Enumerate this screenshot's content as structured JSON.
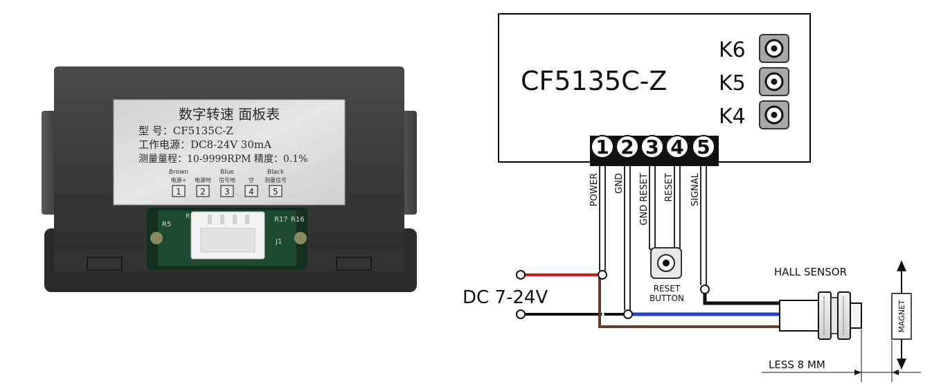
{
  "photo": {
    "label_title": "数字转速 面板表",
    "label_model": "型  号：CF5135C-Z",
    "label_supply": "工作电源：DC8-24V  30mA",
    "label_range": "测量量程：10-9999RPM 精度：0.1%",
    "pins": [
      {
        "num": "1",
        "top": "Brown",
        "cn": "电源+"
      },
      {
        "num": "2",
        "top": "",
        "cn": "电源地"
      },
      {
        "num": "3",
        "top": "Blue",
        "cn": "信号地"
      },
      {
        "num": "4",
        "top": "",
        "cn": "空"
      },
      {
        "num": "5",
        "top": "Black",
        "cn": "测量信号"
      }
    ],
    "pcb_marks": [
      "R5",
      "R16",
      "R17",
      "J1",
      "R"
    ]
  },
  "diagram": {
    "model": "CF5135C-Z",
    "keys": [
      "K6",
      "K5",
      "K4"
    ],
    "terminals": [
      "1",
      "2",
      "3",
      "4",
      "5"
    ],
    "terminal_labels": [
      "POWER",
      "GND",
      "GND RESET",
      "RESET",
      "SIGNAL"
    ],
    "supply_label": "DC 7-24V",
    "reset_label_line1": "RESET",
    "reset_label_line2": "BUTTON",
    "sensor_label": "HALL SENSOR",
    "magnet_label": "MAGNET",
    "distance_label": "LESS 8 MM",
    "wire_colors": {
      "power": "#d81818",
      "ground": "#111111",
      "blue": "#1f3fd6",
      "brown": "#6b3a2a",
      "signal": "#111111"
    }
  }
}
